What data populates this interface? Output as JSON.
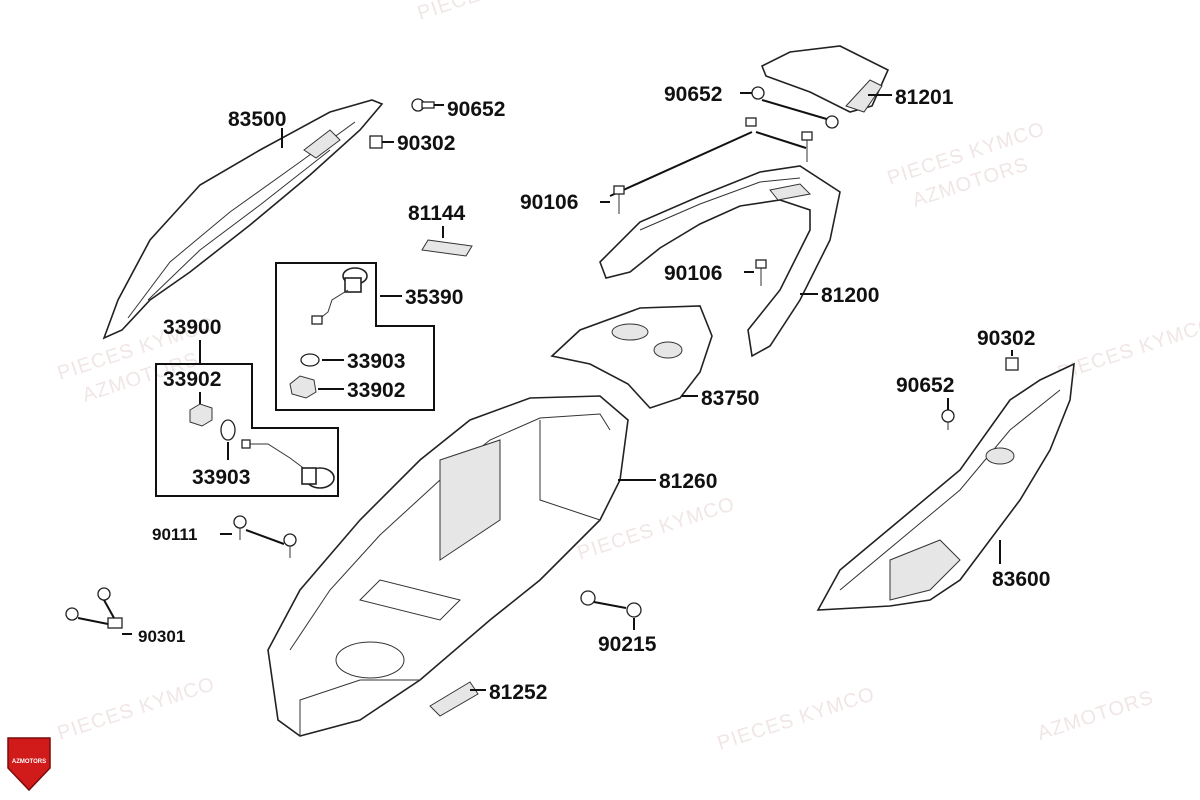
{
  "watermark": {
    "line1": "PIECES KYMCO",
    "line2": "AZMOTORS"
  },
  "logo": {
    "text": "AZMOTORS",
    "color": "#d11a1a"
  },
  "labels": {
    "p83500": "83500",
    "p90652_top": "90652",
    "p90302_top": "90302",
    "p81144": "81144",
    "p35390": "35390",
    "p33900": "33900",
    "p33902_left": "33902",
    "p33903_left": "33903",
    "p33903_right": "33903",
    "p33902_right": "33902",
    "p90652_rack": "90652",
    "p81201": "81201",
    "p90106_a": "90106",
    "p90106_b": "90106",
    "p81200": "81200",
    "p83750": "83750",
    "p81260": "81260",
    "p90302_right": "90302",
    "p90652_right": "90652",
    "p83600": "83600",
    "p90111": "90111",
    "p90301": "90301",
    "p90215": "90215",
    "p81252": "81252"
  }
}
